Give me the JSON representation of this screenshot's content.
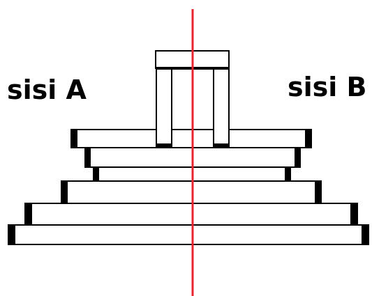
{
  "labels": {
    "side_a": "sisi A",
    "side_b": "sisi B"
  },
  "colors": {
    "background": "#ffffff",
    "outline": "#000000",
    "fill": "#ffffff",
    "axis_line": "#e8242e",
    "edge_accent": "#000000"
  },
  "icons": {
    "axis": "symmetry-line",
    "structure": "stepped-tier-structure"
  }
}
